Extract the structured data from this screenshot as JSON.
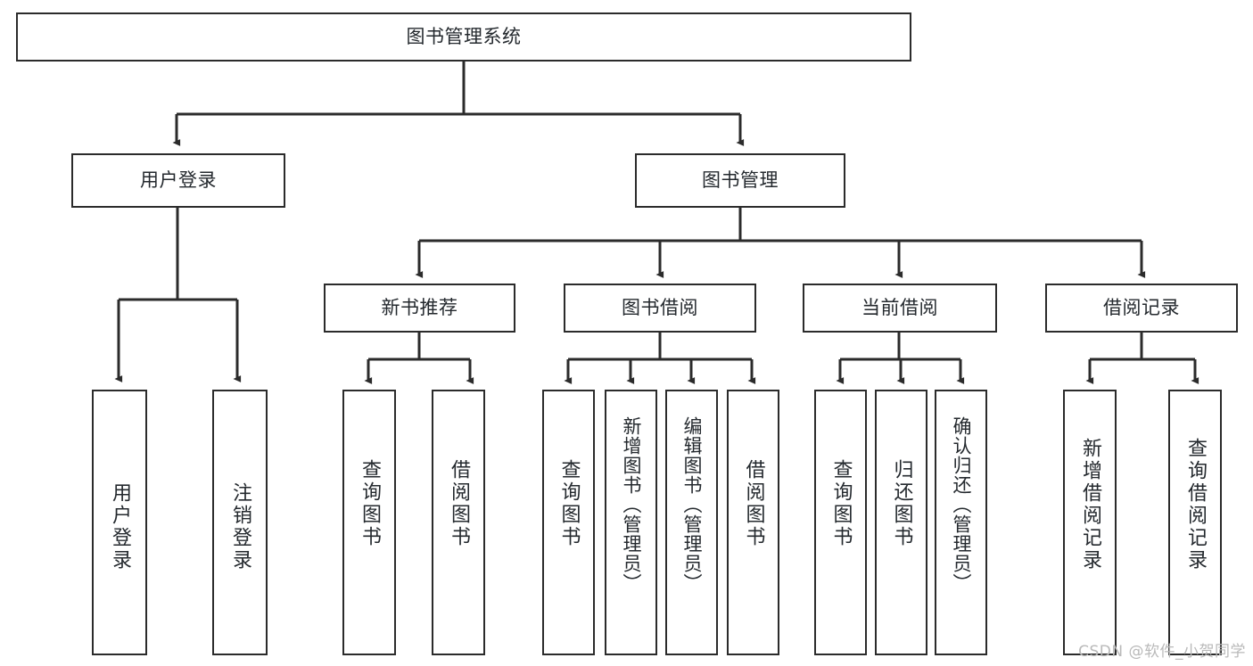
{
  "diagram": {
    "type": "tree",
    "title": "图书管理系统",
    "stroke_color": "#2b2b2b",
    "fill_color": "#ffffff",
    "text_color": "#24292e",
    "nodes": {
      "root": {
        "label": "图书管理系统"
      },
      "level2": [
        {
          "id": "user-login",
          "label": "用户登录"
        },
        {
          "id": "book-manage",
          "label": "图书管理"
        }
      ],
      "level3": [
        {
          "id": "new-book-recommend",
          "label": "新书推荐"
        },
        {
          "id": "book-borrow",
          "label": "图书借阅"
        },
        {
          "id": "current-borrow",
          "label": "当前借阅"
        },
        {
          "id": "borrow-record",
          "label": "借阅记录"
        }
      ],
      "leaves": {
        "user_login": [
          {
            "id": "leaf-user-login",
            "label": "用户登录"
          },
          {
            "id": "leaf-logout-login",
            "label": "注销登录"
          }
        ],
        "new_book_recommend": [
          {
            "id": "leaf-query-book-1",
            "label": "查询图书"
          },
          {
            "id": "leaf-borrow-book-1",
            "label": "借阅图书"
          }
        ],
        "book_borrow": [
          {
            "id": "leaf-query-book-2",
            "label": "查询图书"
          },
          {
            "id": "leaf-add-book",
            "label": "新增图书（管理员）"
          },
          {
            "id": "leaf-edit-book",
            "label": "编辑图书（管理员）"
          },
          {
            "id": "leaf-borrow-book-2",
            "label": "借阅图书"
          }
        ],
        "current_borrow": [
          {
            "id": "leaf-query-book-3",
            "label": "查询图书"
          },
          {
            "id": "leaf-return-book",
            "label": "归还图书"
          },
          {
            "id": "leaf-confirm-return",
            "label": "确认归还（管理员）"
          }
        ],
        "borrow_record": [
          {
            "id": "leaf-add-record",
            "label": "新增借阅记录"
          },
          {
            "id": "leaf-query-record",
            "label": "查询借阅记录"
          }
        ]
      }
    }
  },
  "watermark": {
    "text": "CSDN @软件_小贺同学"
  }
}
